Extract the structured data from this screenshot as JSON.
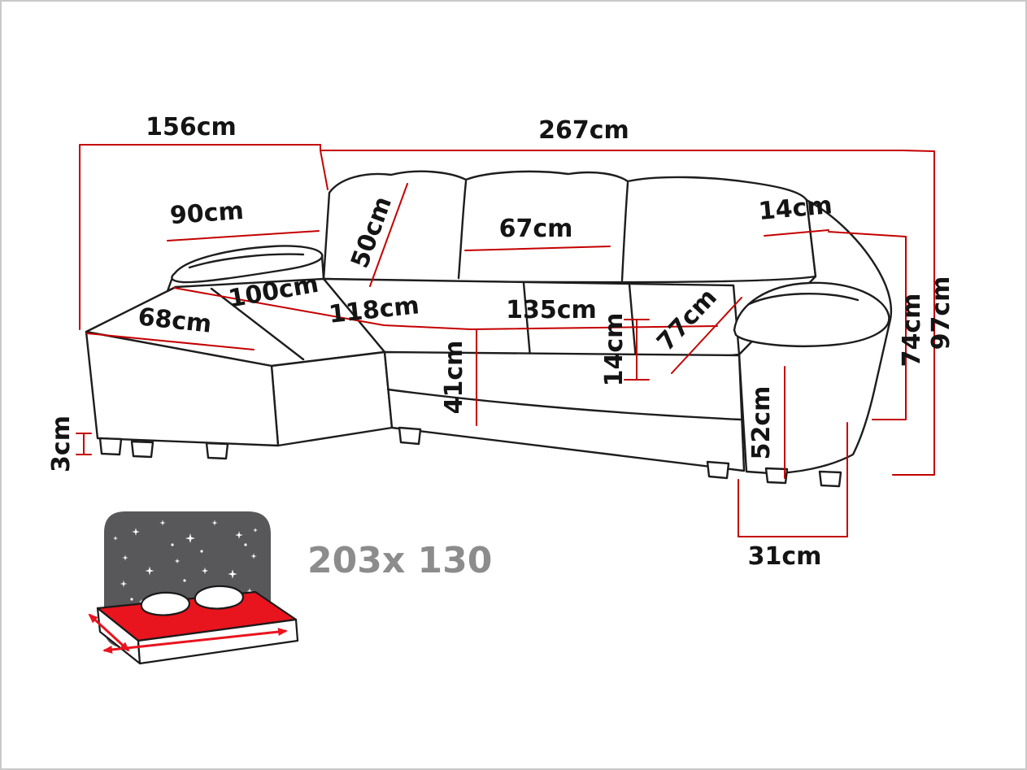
{
  "diagram": {
    "kind": "corner-sofa-dimension-drawing",
    "unit": "cm",
    "colors": {
      "outline": "#1d1d1d",
      "dimension_line": "#c40000",
      "label_text": "#141414",
      "bed_icon_red": "#e8141e",
      "bed_icon_dark": "#58585b",
      "bed_size_text": "#8c8c8c"
    },
    "labels": {
      "chaise_length": "156cm",
      "total_width": "267cm",
      "left_arm_length": "90cm",
      "right_arm_top_width": "14cm",
      "back_cushion_height": "50cm",
      "back_cushion_width": "67cm",
      "total_height": "97cm",
      "arm_rear_height": "74cm",
      "chaise_width": "100cm",
      "chaise_seat_length": "118cm",
      "seat_width": "135cm",
      "seat_depth": "77cm",
      "chaise_front_edge": "68cm",
      "seat_cushion_height": "14cm",
      "seat_height": "41cm",
      "arm_side_height": "52cm",
      "leg_height": "3cm",
      "arm_width": "31cm"
    },
    "sleeping": {
      "size": "203x 130"
    }
  }
}
